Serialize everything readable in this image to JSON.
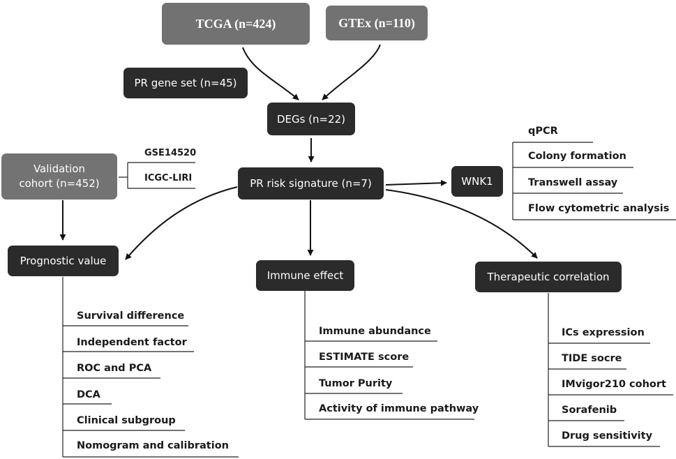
{
  "sources": {
    "tcga": "TCGA (n=424)",
    "gtex": "GTEx (n=110)",
    "pr_gene_set": "PR gene set (n=45)"
  },
  "degs": "DEGs (n=22)",
  "signature": "PR risk signature (n=7)",
  "validation": {
    "line1": "Validation",
    "line2": "cohort (n=452)",
    "datasets": [
      "GSE14520",
      "ICGC-LIRI"
    ]
  },
  "wnk1": {
    "title": "WNK1",
    "items": [
      "qPCR",
      "Colony formation",
      "Transwell assay",
      "Flow cytometric analysis"
    ]
  },
  "prognostic": {
    "title": "Prognostic value",
    "items": [
      "Survival difference",
      "Independent factor",
      "ROC and PCA",
      "DCA",
      "Clinical subgroup",
      "Nomogram and calibration"
    ]
  },
  "immune": {
    "title": "Immune effect",
    "items": [
      "Immune abundance",
      "ESTIMATE score",
      "Tumor Purity",
      "Activity of immune pathway"
    ]
  },
  "therapeutic": {
    "title": "Therapeutic correlation",
    "items": [
      "ICs expression",
      "TIDE socre",
      "IMvigor210 cohort",
      "Sorafenib",
      "Drug sensitivity"
    ]
  }
}
